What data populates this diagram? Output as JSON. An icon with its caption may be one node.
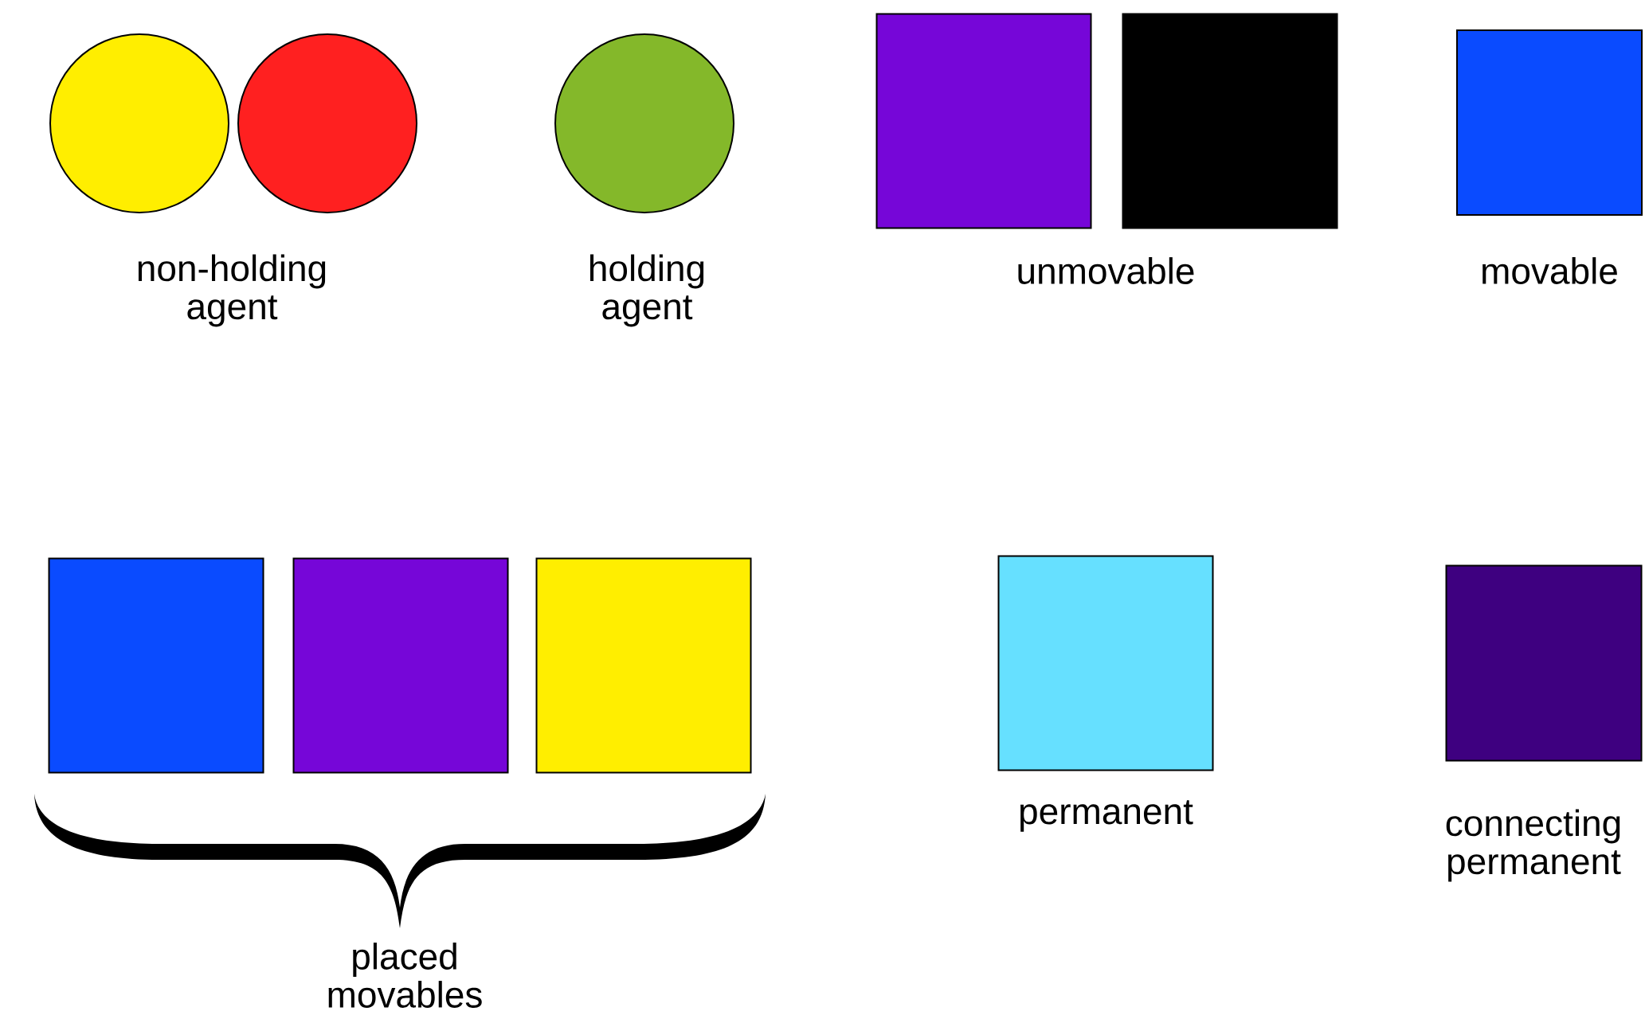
{
  "diagram": {
    "nodes": [
      {
        "text": [],
        "shape": "circle"
      },
      {
        "text": [],
        "shape": "circle"
      },
      {
        "text": [],
        "shape": "circle"
      },
      {
        "text": [],
        "shape": "box"
      },
      {
        "text": [],
        "shape": "box"
      },
      {
        "text": [],
        "shape": "box"
      },
      {
        "text": [],
        "shape": "box"
      },
      {
        "text": [],
        "shape": "box"
      },
      {
        "text": [],
        "shape": "box"
      },
      {
        "text": [],
        "shape": "box"
      },
      {
        "text": [],
        "shape": "box"
      }
    ],
    "labels": [
      "non-holding agent",
      "holding agent",
      "unmovable",
      "movable",
      "placed movables",
      "permanent",
      "connecting permanent"
    ]
  }
}
